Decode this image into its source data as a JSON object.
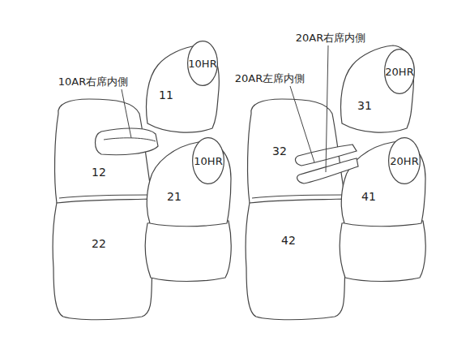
{
  "diagram": {
    "nodes": [
      {
        "text": [
          "10HR"
        ]
      },
      {
        "text": [
          "11"
        ]
      },
      {
        "text": [
          "12"
        ]
      },
      {
        "text": [
          "10HR"
        ]
      },
      {
        "text": [
          "21"
        ]
      },
      {
        "text": [
          "22"
        ]
      },
      {
        "text": [
          "20HR"
        ]
      },
      {
        "text": [
          "31"
        ]
      },
      {
        "text": [
          "32"
        ]
      },
      {
        "text": [
          "20HR"
        ]
      },
      {
        "text": [
          "41"
        ]
      },
      {
        "text": [
          "42"
        ]
      }
    ],
    "labels": [
      "10AR右席内側",
      "20AR右席内側",
      "20AR左席内側"
    ]
  }
}
